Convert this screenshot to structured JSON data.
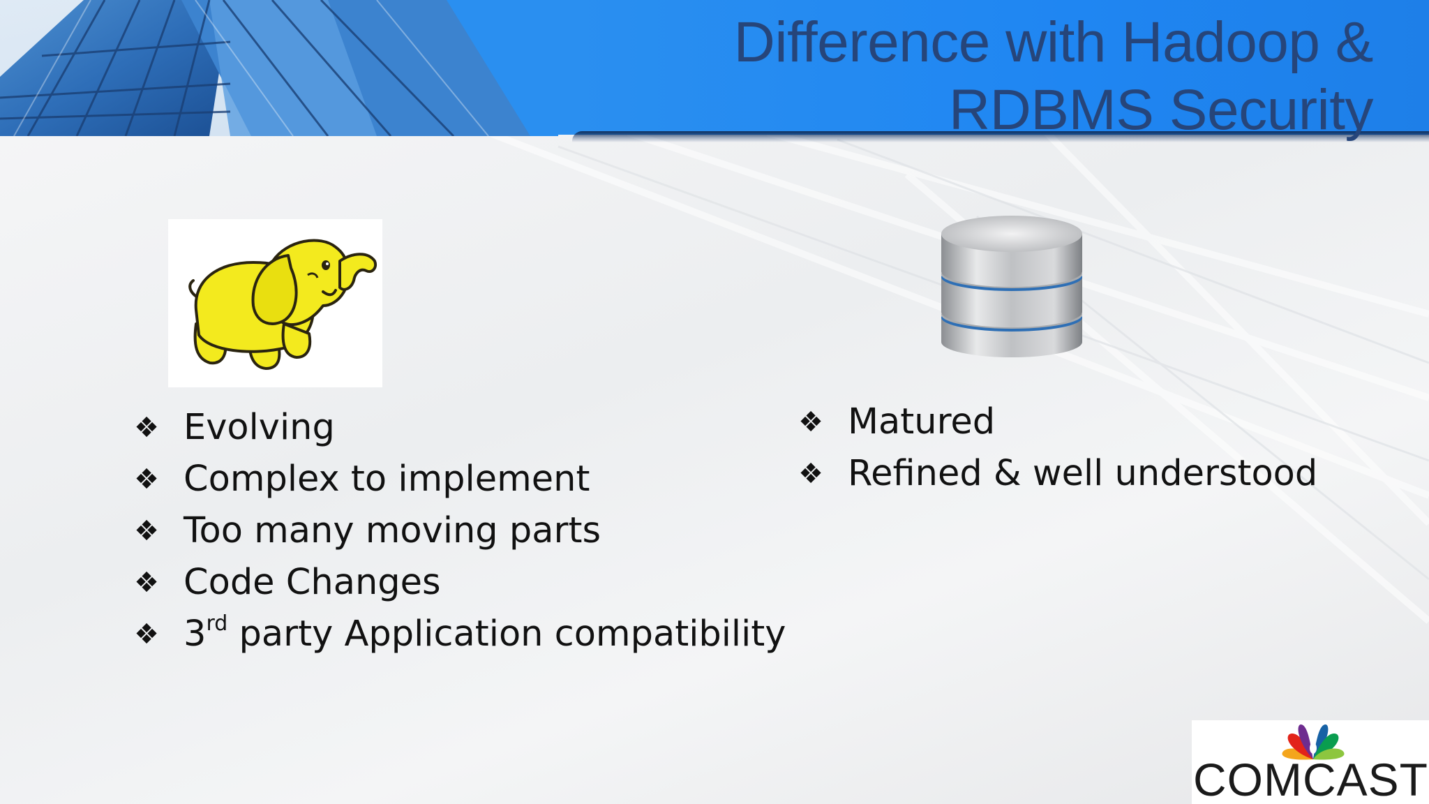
{
  "slide": {
    "title_line1": "Difference with Hadoop &",
    "title_line2": "RDBMS Security"
  },
  "left_column": {
    "logo_icon": "hadoop-elephant-logo",
    "bullet_glyph": "❖",
    "items": [
      "Evolving",
      "Complex to implement",
      "Too many moving parts",
      "Code Changes"
    ],
    "last_item": {
      "prefix": "3",
      "superscript": "rd",
      "rest": " party Application compatibility"
    }
  },
  "right_column": {
    "logo_icon": "database-cylinder-icon",
    "bullet_glyph": "❖",
    "items": [
      "Matured",
      "Refined & well understood"
    ]
  },
  "footer": {
    "brand": "COMCAST",
    "brand_icon": "nbc-peacock-icon"
  },
  "colors": {
    "title": "#26457a",
    "header_blue": "#2a8ff0",
    "hadoop_yellow": "#f3ea1e",
    "text": "#111111"
  }
}
